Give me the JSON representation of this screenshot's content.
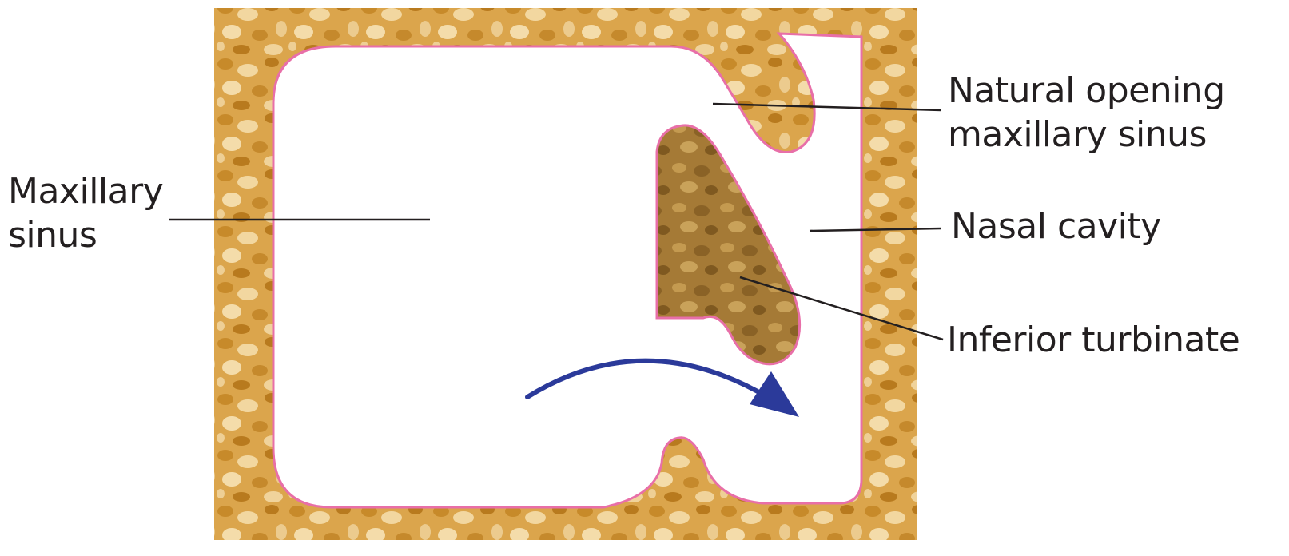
{
  "labels": {
    "maxillary_sinus": [
      "Maxillary",
      "sinus"
    ],
    "natural_opening": [
      "Natural opening",
      "maxillary sinus"
    ],
    "nasal_cavity": "Nasal cavity",
    "inferior_turbinate": "Inferior turbinate"
  },
  "colors": {
    "bone_base": "#d9a24a",
    "bone_light": "#f0d29a",
    "bone_dark": "#b07818",
    "turbinate": "#9a7030",
    "outline": "#e86fa8",
    "arrow": "#2b3a9a",
    "leader_line": "#231f20",
    "label_text": "#231f20"
  }
}
